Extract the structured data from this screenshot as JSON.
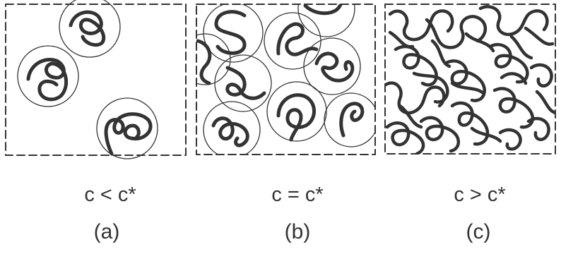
{
  "panels": [
    {
      "condition": "c < c*",
      "label": "(a)"
    },
    {
      "condition": "c = c*",
      "label": "(b)"
    },
    {
      "condition": "c > c*",
      "label": "(c)"
    }
  ],
  "colors": {
    "line": "#333333",
    "background": "#ffffff"
  }
}
